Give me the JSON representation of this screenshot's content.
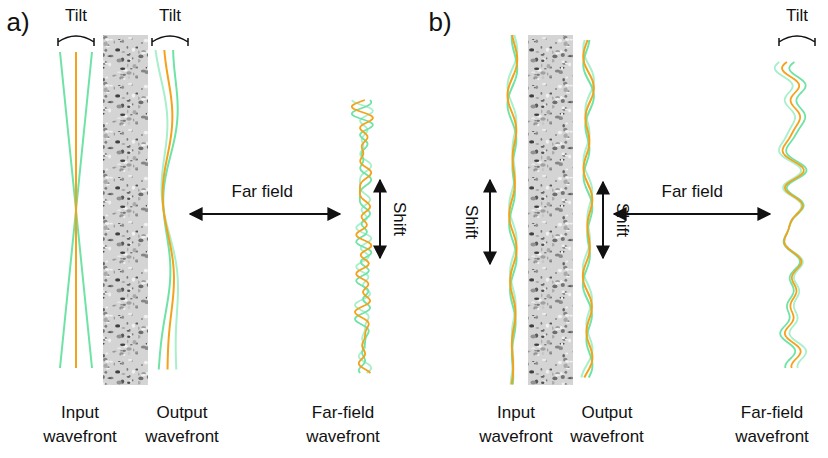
{
  "diagram": {
    "labels": [
      "a)",
      "Tilt",
      "Tilt",
      "Far field",
      "Shift",
      "Input wavefront",
      "Output wavefront",
      "Far-field wavefront",
      "b)",
      "Shift",
      "Shift",
      "Far field",
      "Tilt",
      "Input wavefront",
      "Output wavefront",
      "Far-field wavefront"
    ]
  }
}
